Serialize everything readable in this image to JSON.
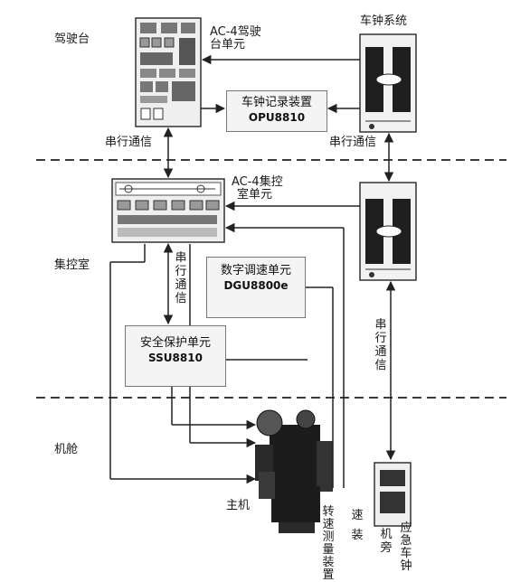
{
  "zones": {
    "bridge": "驾驶台",
    "control_room": "集控室",
    "engine_room": "机舱"
  },
  "units": {
    "ac4_bridge": {
      "line1": "AC-4驾驶",
      "line2": "台单元"
    },
    "telegraph_system": "车钟系统",
    "telegraph_recorder": {
      "name": "车钟记录装置",
      "model": "OPU8810"
    },
    "ac4_control": {
      "line1": "AC-4集控",
      "line2": "室单元"
    },
    "digital_governor": {
      "name": "数字调速单元",
      "model": "DGU8800e"
    },
    "safety_protection": {
      "name": "安全保护单元",
      "model": "SSU8810"
    },
    "main_engine": "主机",
    "speed_sensor": "转速测量装置",
    "emergency_telegraph": "应急车钟",
    "engine_side_label": "机旁"
  },
  "links": {
    "serial_comm_left": "串行通信",
    "serial_comm_right": "串行通信",
    "serial_comm_vertical_1": "串行通信",
    "serial_comm_vertical_2": "串行通信"
  },
  "misc": {
    "speed_vertical": "速装"
  }
}
